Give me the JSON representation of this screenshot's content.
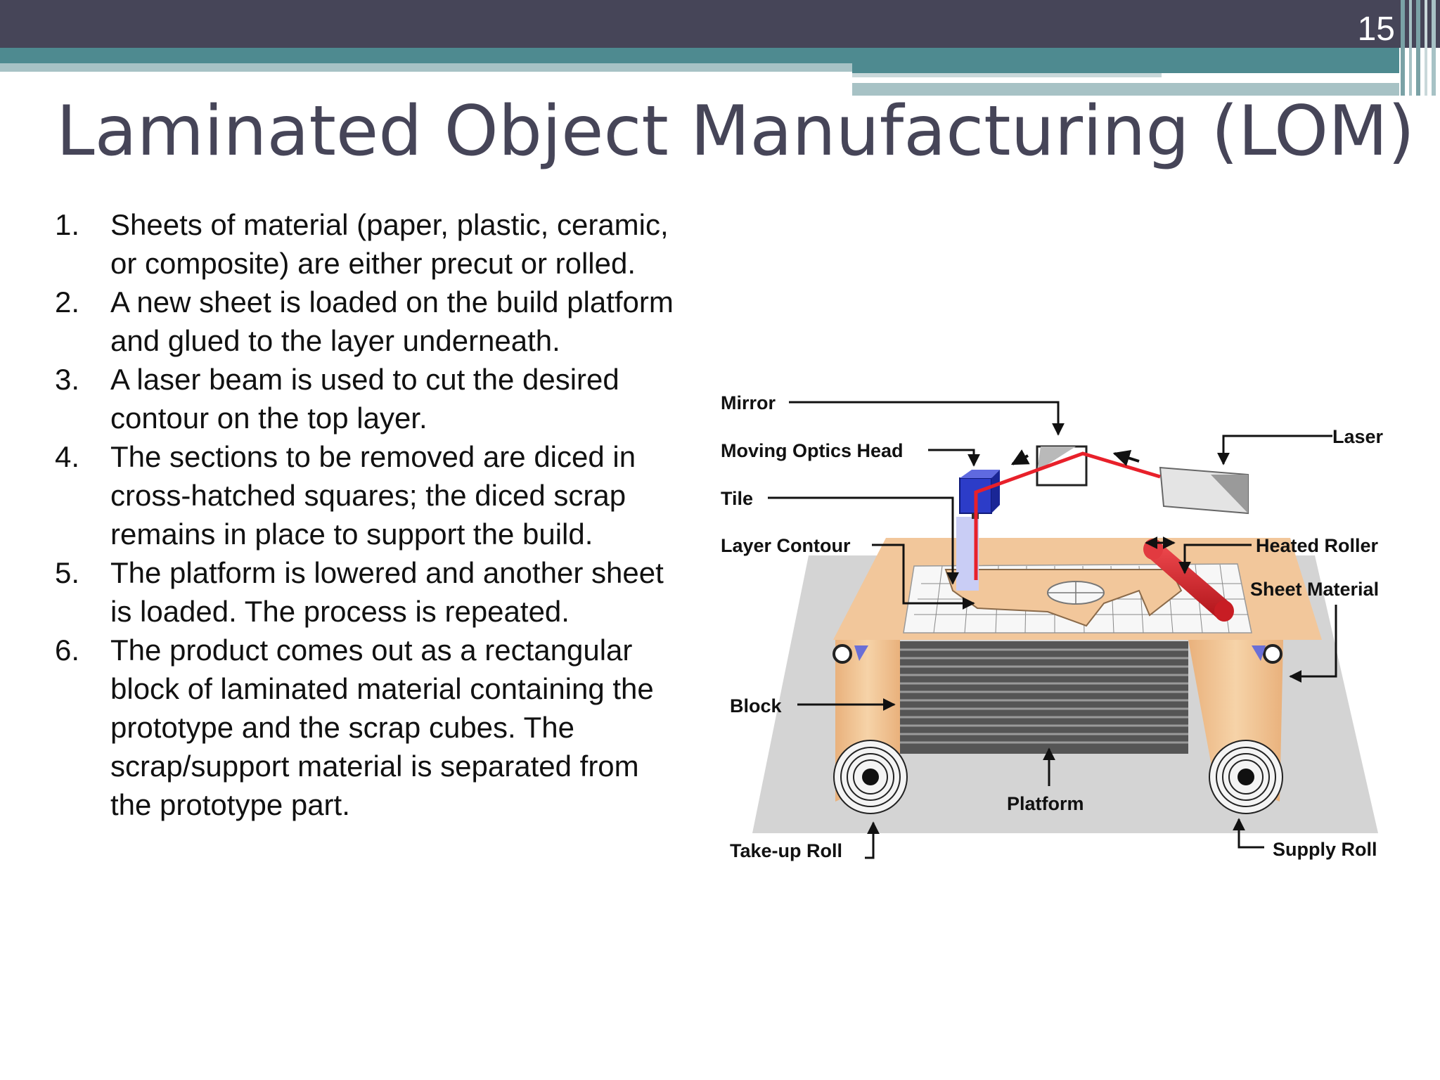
{
  "slide": {
    "number": "15",
    "title": "Laminated Object Manufacturing (LOM)"
  },
  "steps": [
    {
      "num": "1.",
      "text": "Sheets of material (paper, plastic, ceramic, or composite) are either precut or rolled."
    },
    {
      "num": "2.",
      "text": "A new sheet is loaded on the build platform and glued to the layer underneath."
    },
    {
      "num": "3.",
      "text": "A laser beam is used to cut the desired contour on the top layer."
    },
    {
      "num": "4.",
      "text": "The sections to be removed are diced in cross-hatched squares; the diced scrap remains in place to support the build."
    },
    {
      "num": "5.",
      "text": "The platform is lowered and another sheet is loaded. The process is repeated."
    },
    {
      "num": "6.",
      "text": "The product comes out as a rectangular block of laminated material containing the prototype and the scrap cubes. The scrap/support material is separated from the prototype part."
    }
  ],
  "diagram": {
    "labels": {
      "mirror": "Mirror",
      "moving_optics_head": "Moving Optics Head",
      "tile": "Tile",
      "layer_contour": "Layer Contour",
      "laser": "Laser",
      "heated_roller": "Heated Roller",
      "sheet_material": "Sheet Material",
      "block": "Block",
      "platform": "Platform",
      "take_up_roll": "Take-up Roll",
      "supply_roll": "Supply Roll"
    },
    "colors": {
      "laser_beam": "#e8202a",
      "heated_roller": "#d81f26",
      "optics_head": "#2c3cc8",
      "sheet": "#e8b483",
      "platform": "#cfcfcf"
    }
  }
}
